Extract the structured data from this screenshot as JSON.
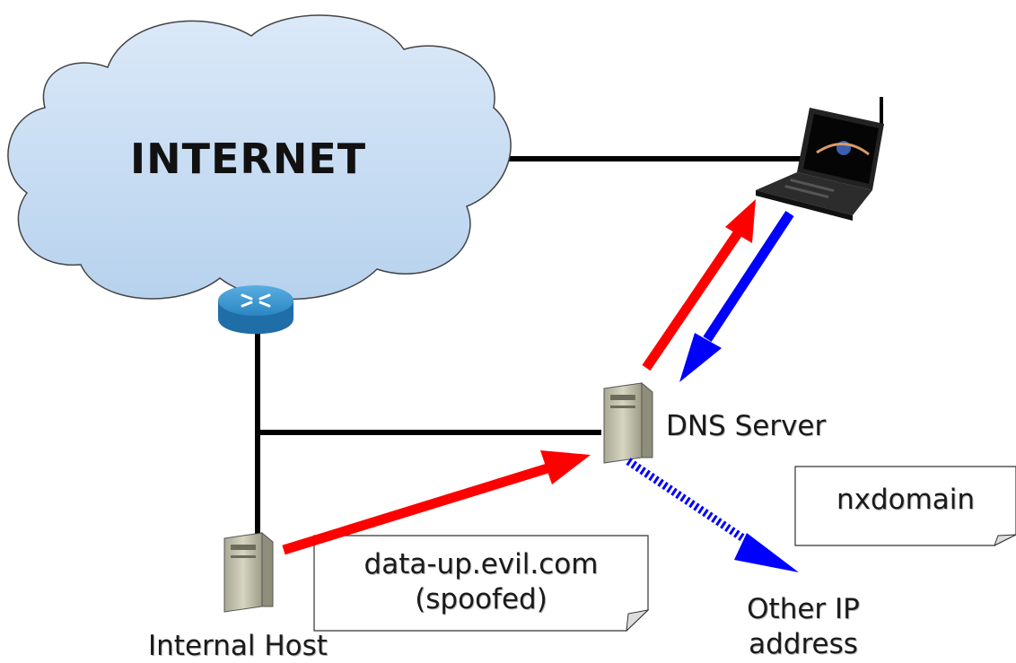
{
  "cloud": {
    "label": "INTERNET",
    "icon": "cloud-icon",
    "fill": "#c9e0f5"
  },
  "router": {
    "icon": "router-icon",
    "color": "#2a86c4"
  },
  "laptop": {
    "icon": "laptop-icon"
  },
  "dns_server": {
    "label": "DNS Server",
    "icon": "server-icon"
  },
  "internal_host": {
    "label": "Internal Host",
    "icon": "server-icon"
  },
  "other_ip": {
    "line1": "Other IP",
    "line2": "address"
  },
  "notes": {
    "query": {
      "line1": "data-up.evil.com",
      "line2": "(spoofed)"
    },
    "response": {
      "text": "nxdomain"
    }
  },
  "arrows": {
    "query_color": "#ff0000",
    "response_color": "#0000ff"
  }
}
